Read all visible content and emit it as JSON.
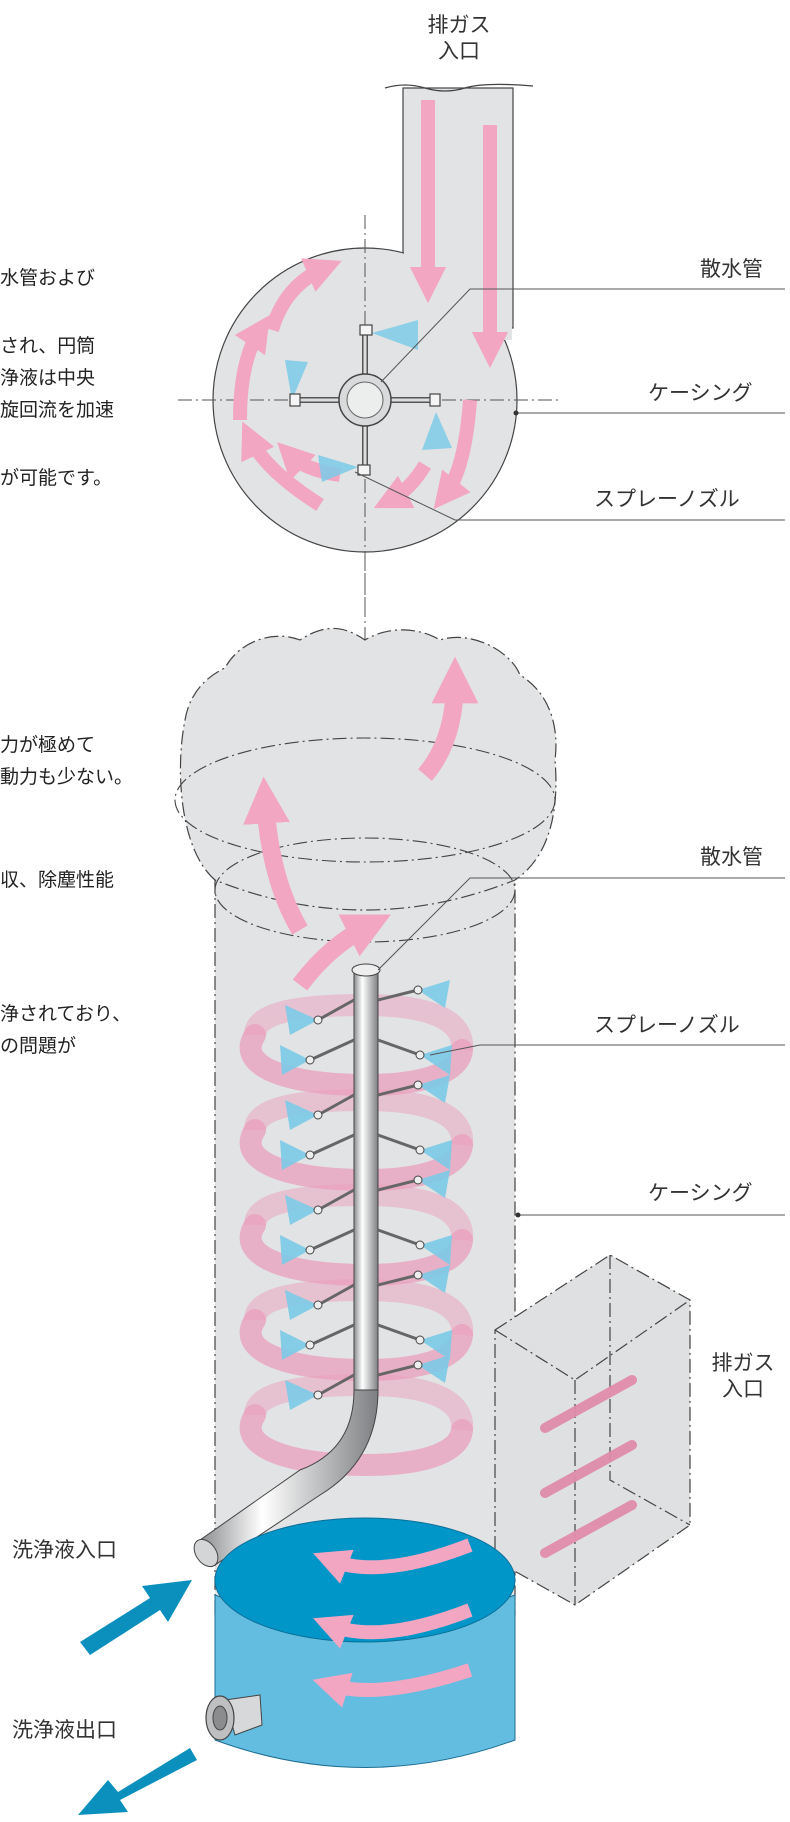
{
  "top_view": {
    "inlet_label_line1": "排ガス",
    "inlet_label_line2": "入口",
    "callout_spray_pipe": "散水管",
    "callout_casing": "ケーシング",
    "callout_spray_nozzle": "スプレーノズル",
    "text_fragments": [
      "水管および",
      "され、円筒",
      "浄液は中央",
      "旋回流を加速",
      "が可能です。"
    ]
  },
  "side_view": {
    "callout_spray_pipe": "散水管",
    "callout_spray_nozzle": "スプレーノズル",
    "callout_casing": "ケーシング",
    "inlet_label_line1": "排ガス",
    "inlet_label_line2": "入口",
    "liquid_inlet_label": "洗浄液入口",
    "liquid_outlet_label": "洗浄液出口",
    "text_fragments": [
      "力が極めて",
      "動力も少ない。",
      "収、除塵性能",
      "浄されており、",
      "の問題が"
    ]
  },
  "colors": {
    "casing_fill": "#e2e3e4",
    "gas_arrow": "#f2a6c2",
    "spray": "#7ccbe8",
    "liquid_dark": "#0096c8",
    "liquid_light": "#63bde0",
    "liquid_arrow": "#0b8fbd"
  }
}
